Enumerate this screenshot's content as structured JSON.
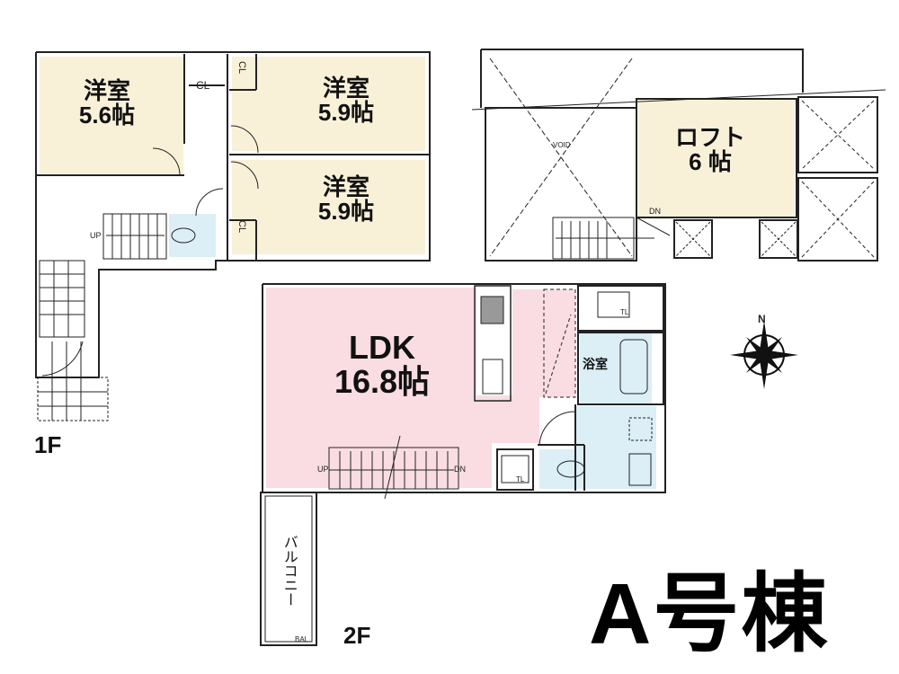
{
  "title": "A号棟",
  "colors": {
    "bedroom_fill": "#f8f1d8",
    "ldk_fill": "#f9dde3",
    "wet_fill": "#dceef6",
    "wall": "#222222"
  },
  "floors": {
    "first": {
      "label": "1F",
      "rooms": [
        {
          "name": "洋室",
          "size": "5.6帖"
        },
        {
          "name": "洋室",
          "size": "5.9帖"
        },
        {
          "name": "洋室",
          "size": "5.9帖"
        }
      ],
      "closets": [
        "CL",
        "CL",
        "CL"
      ],
      "stairs_label": "UP"
    },
    "second": {
      "label": "2F",
      "ldk": {
        "name": "LDK",
        "size": "16.8帖"
      },
      "bath": "浴室",
      "balcony": "バルコニー",
      "balcony_code": "BAL",
      "toilet_tags": [
        "TL",
        "TL"
      ],
      "stairs_up": "UP",
      "stairs_dn": "DN"
    },
    "loft": {
      "void_label": "VOID",
      "room": {
        "name": "ロフト",
        "size": "6 帖"
      },
      "stairs_label": "DN"
    }
  },
  "compass": {
    "north": "N"
  }
}
